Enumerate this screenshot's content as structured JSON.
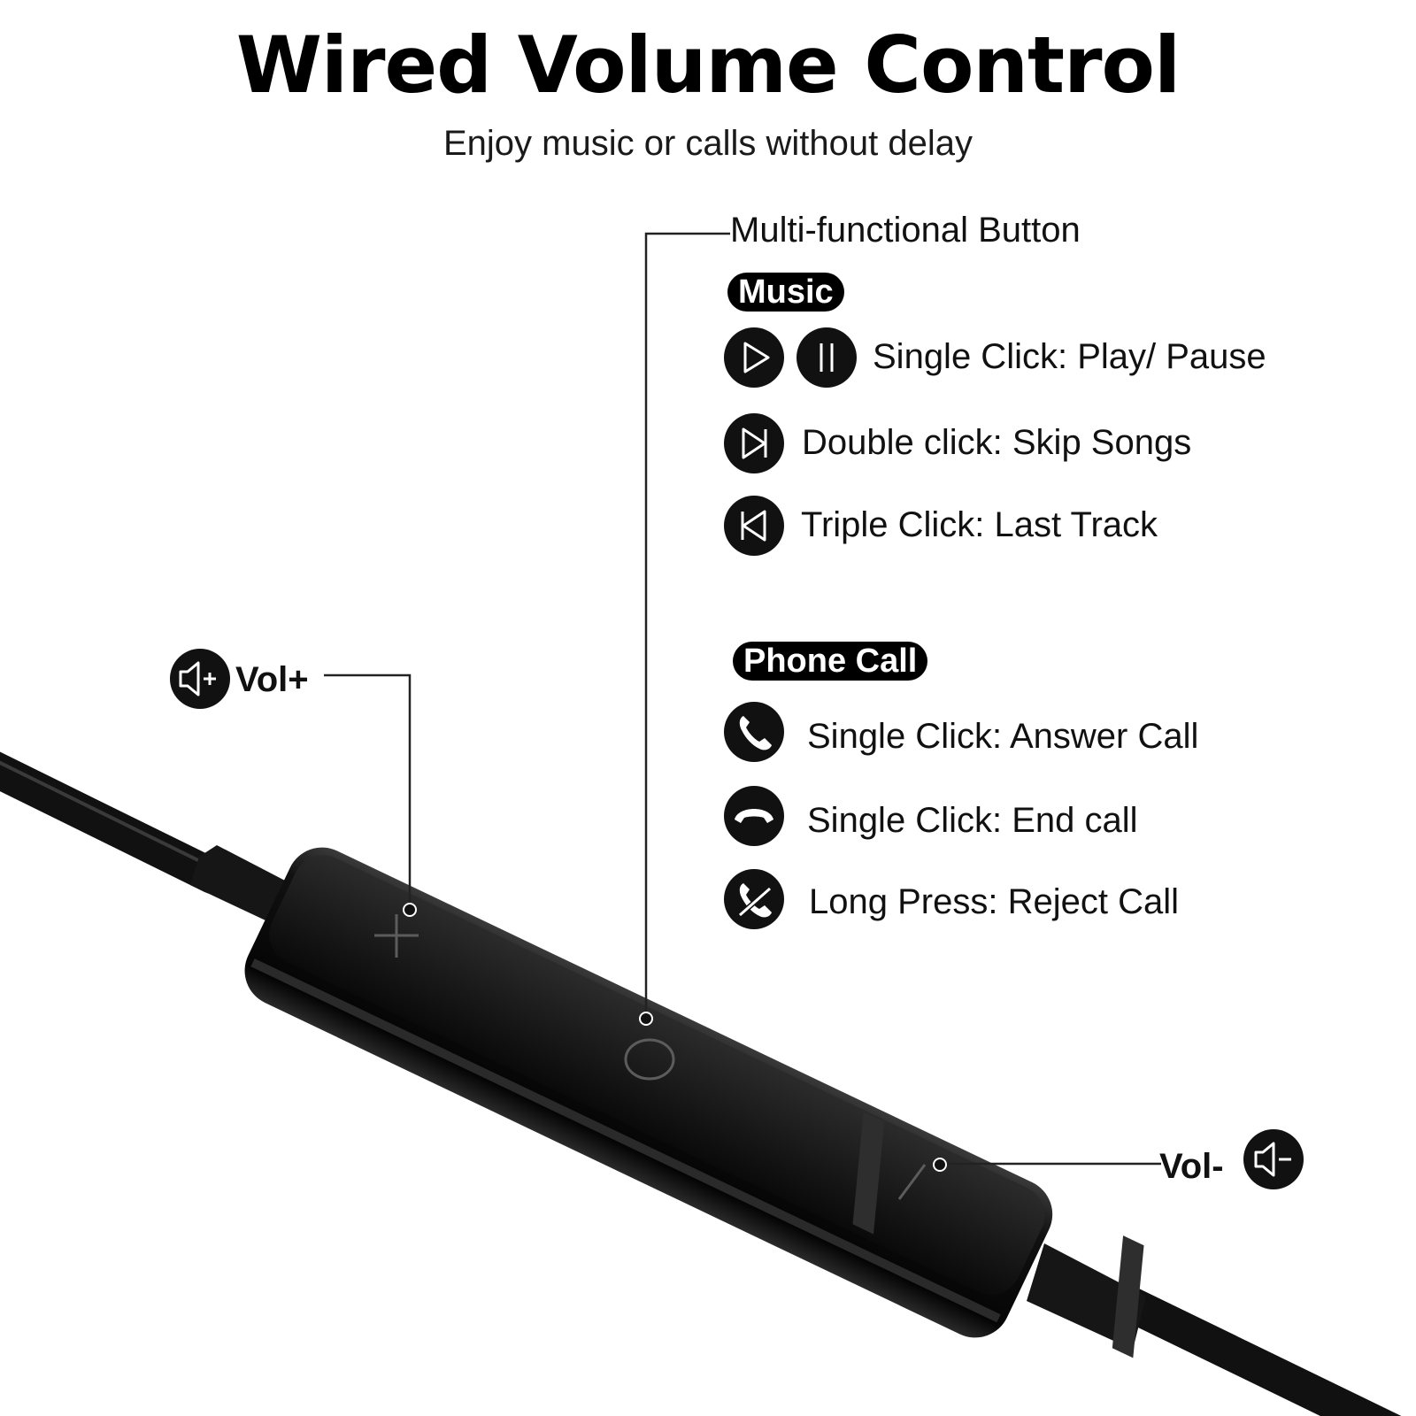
{
  "header": {
    "title": "Wired Volume Control",
    "subtitle": "Enjoy music or calls without delay"
  },
  "main_button": {
    "label": "Multi-functional Button"
  },
  "music": {
    "tag": "Music",
    "items": [
      {
        "icons": [
          "play-icon",
          "pause-icon"
        ],
        "text": "Single Click: Play/ Pause"
      },
      {
        "icons": [
          "skip-forward-icon"
        ],
        "text": "Double click: Skip Songs"
      },
      {
        "icons": [
          "skip-back-icon"
        ],
        "text": "Triple Click: Last Track"
      }
    ]
  },
  "phone": {
    "tag": "Phone Call",
    "items": [
      {
        "icons": [
          "phone-answer-icon"
        ],
        "text": "Single Click: Answer Call"
      },
      {
        "icons": [
          "phone-end-icon"
        ],
        "text": "Single Click: End call"
      },
      {
        "icons": [
          "phone-reject-icon"
        ],
        "text": "Long Press: Reject Call"
      }
    ]
  },
  "volume": {
    "up_label": "Vol+",
    "down_label": "Vol-",
    "up_icon": "speaker-plus-icon",
    "down_icon": "speaker-minus-icon"
  },
  "colors": {
    "background": "#ffffff",
    "icon_fill": "#111111",
    "remote_body": "#0d0d0d"
  }
}
